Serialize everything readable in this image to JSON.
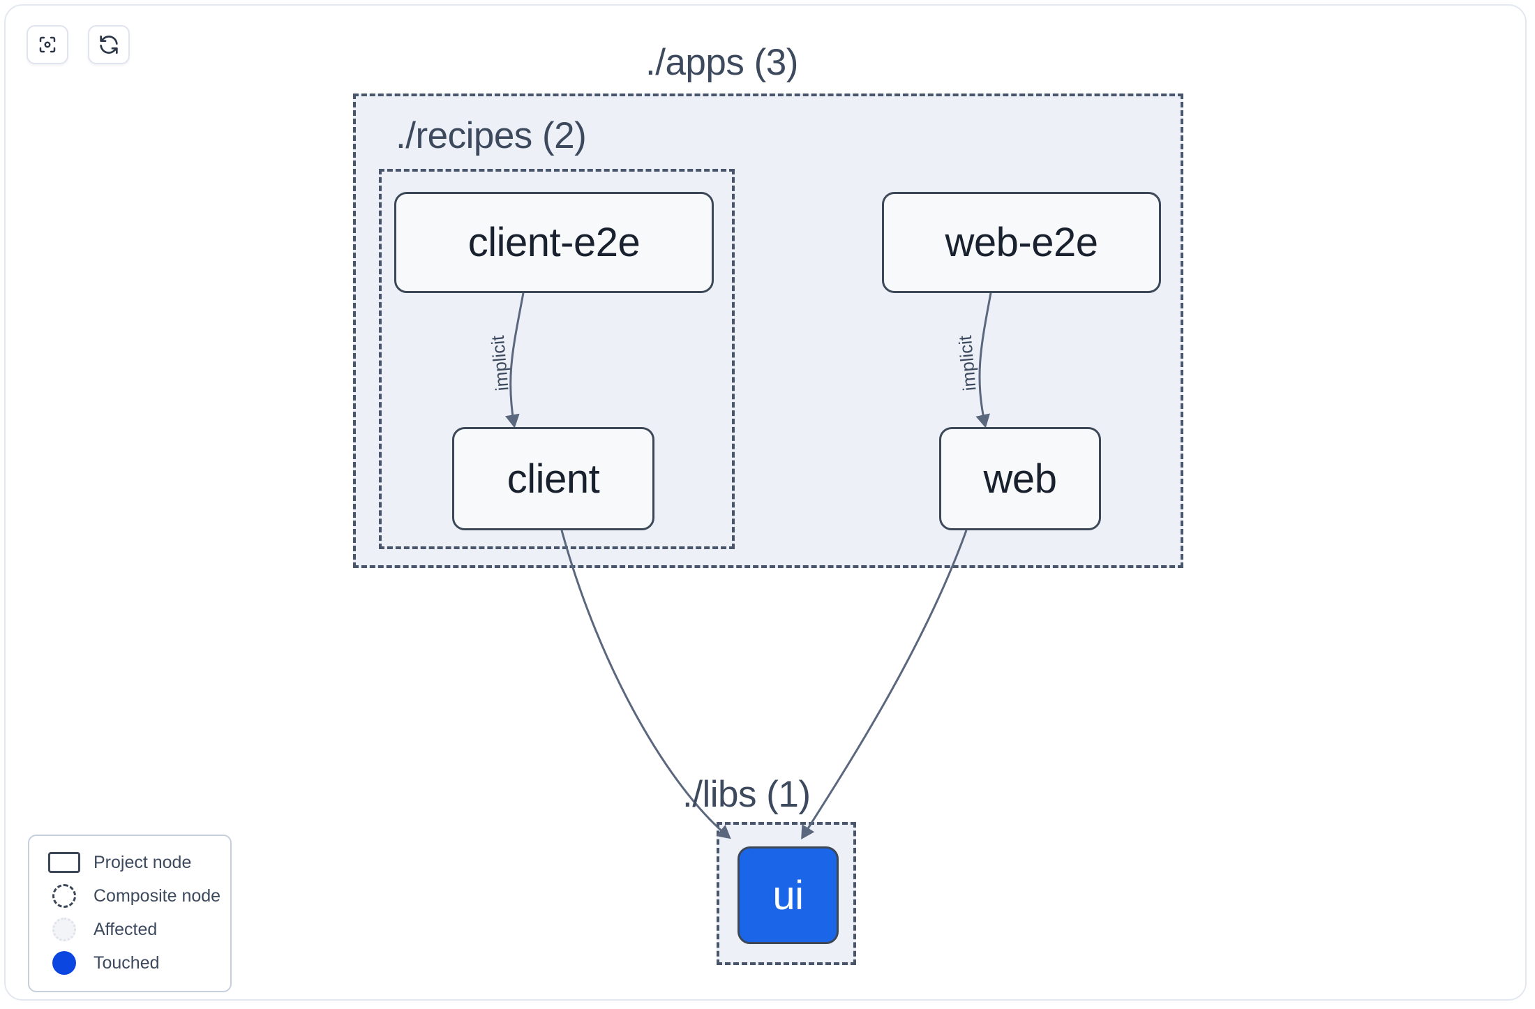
{
  "toolbar": {
    "buttons": [
      {
        "name": "focus-graph-button",
        "icon": "focus-target-icon",
        "label": "Focus graph"
      },
      {
        "name": "refresh-graph-button",
        "icon": "refresh-sync-icon",
        "label": "Refresh graph"
      }
    ]
  },
  "graph": {
    "groups": [
      {
        "id": "apps",
        "label": "./apps (3)",
        "count": 3
      },
      {
        "id": "recipes",
        "label": "./recipes (2)",
        "count": 2
      },
      {
        "id": "libs",
        "label": "./libs (1)",
        "count": 1
      }
    ],
    "nodes": [
      {
        "id": "client-e2e",
        "label": "client-e2e",
        "state": "project",
        "group": "recipes"
      },
      {
        "id": "web-e2e",
        "label": "web-e2e",
        "state": "project",
        "group": "apps"
      },
      {
        "id": "client",
        "label": "client",
        "state": "project",
        "group": "recipes"
      },
      {
        "id": "web",
        "label": "web",
        "state": "project",
        "group": "apps"
      },
      {
        "id": "ui",
        "label": "ui",
        "state": "touched",
        "group": "libs"
      }
    ],
    "edges": [
      {
        "from": "client-e2e",
        "to": "client",
        "label": "implicit"
      },
      {
        "from": "web-e2e",
        "to": "web",
        "label": "implicit"
      },
      {
        "from": "client",
        "to": "ui",
        "label": ""
      },
      {
        "from": "web",
        "to": "ui",
        "label": ""
      }
    ]
  },
  "legend": {
    "items": [
      {
        "swatch": "project-node-swatch",
        "label": "Project node"
      },
      {
        "swatch": "composite-node-swatch",
        "label": "Composite node"
      },
      {
        "swatch": "affected-swatch",
        "label": "Affected"
      },
      {
        "swatch": "touched-swatch",
        "label": "Touched"
      }
    ]
  },
  "colors": {
    "touched": "#0b46e0",
    "touched_node": "#1b66e8",
    "group_fill": "#edf0f6",
    "group_border": "#49556b",
    "node_border": "#3c4858",
    "node_fill": "#f7f9fb",
    "edge": "#5a677d",
    "text": "#3d4a5e"
  }
}
